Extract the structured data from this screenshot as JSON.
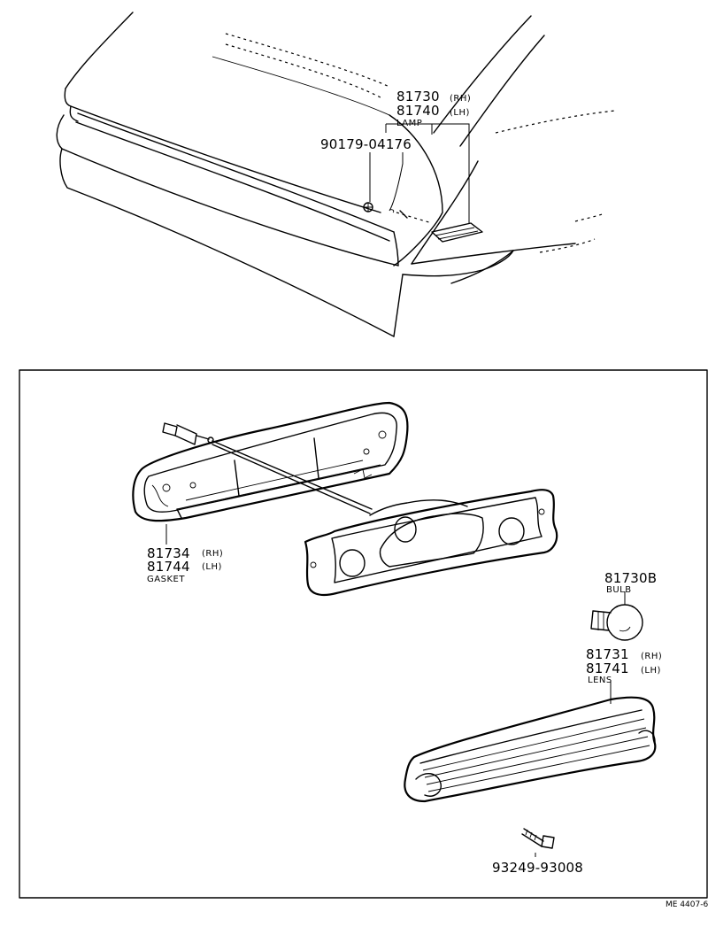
{
  "top": {
    "lamp_rh_pn": "81730",
    "lamp_rh_side": "(RH)",
    "lamp_lh_pn": "81740",
    "lamp_lh_side": "(LH)",
    "lamp_name": "LAMP",
    "nut_pn": "90179-04176"
  },
  "detail": {
    "gasket_rh_pn": "81734",
    "gasket_rh_side": "(RH)",
    "gasket_lh_pn": "81744",
    "gasket_lh_side": "(LH)",
    "gasket_name": "GASKET",
    "bulb_pn": "81730B",
    "bulb_name": "BULB",
    "lens_rh_pn": "81731",
    "lens_rh_side": "(RH)",
    "lens_lh_pn": "81741",
    "lens_lh_side": "(LH)",
    "lens_name": "LENS",
    "screw_pn": "93249-93008"
  },
  "footer": {
    "ref_code": "ME 4407-6"
  }
}
